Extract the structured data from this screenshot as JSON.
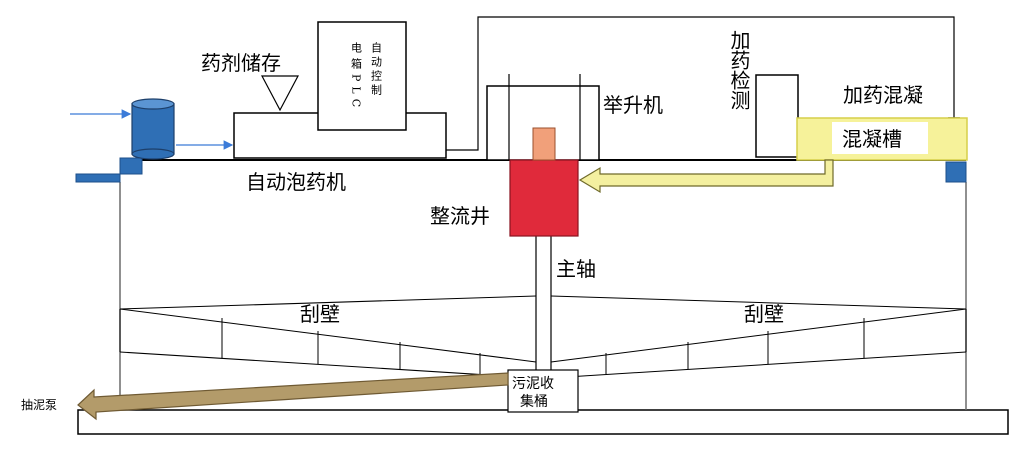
{
  "labels": {
    "chemical_storage": "药剂储存",
    "control_box": {
      "col1": "电箱PLC",
      "col2": "自动控制"
    },
    "auto_dosing_machine": "自动泡药机",
    "lifter": "举升机",
    "dosing_detection": "加药检测",
    "dosing_coagulation": "加药混凝",
    "coagulation_tank": "混凝槽",
    "rectifier_well": "整流井",
    "main_shaft": "主轴",
    "scraper_left": "刮壁",
    "scraper_right": "刮壁",
    "sludge_bucket": {
      "line1": "污泥收",
      "line2": "集桶"
    },
    "sludge_pump": "抽泥泵"
  },
  "colors": {
    "outline": "#000000",
    "blue_tank": "#2f6fb5",
    "blue_tank_top": "#5b95d3",
    "blue_fitting": "#2f6fb5",
    "rectifier_red": "#e02a3b",
    "shaft_cap_orange": "#f1a07a",
    "coag_yellow": "#f6f29a",
    "coag_yellow_edge": "#d6cf4a",
    "flow_arrow_yellow": "#f4f0a0",
    "sludge_pipe_brown": "#b39b6a",
    "sludge_pipe_edge": "#6f5a33",
    "inflow_blue": "#3b7bd8",
    "tank_wall": "#6b6b6b"
  }
}
